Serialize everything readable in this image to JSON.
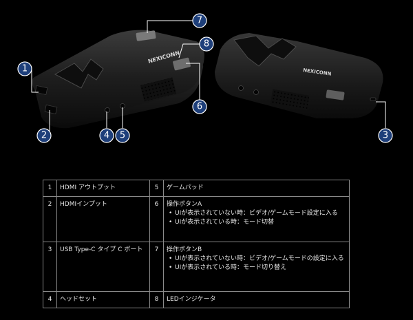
{
  "callouts": [
    {
      "num": "1",
      "color": "#1e3f7a"
    },
    {
      "num": "2",
      "color": "#1e3f7a"
    },
    {
      "num": "3",
      "color": "#1e3f7a"
    },
    {
      "num": "4",
      "color": "#1e3f7a"
    },
    {
      "num": "5",
      "color": "#1e3f7a"
    },
    {
      "num": "6",
      "color": "#1e3f7a"
    },
    {
      "num": "7",
      "color": "#1e3f7a"
    },
    {
      "num": "8",
      "color": "#1e3f7a"
    }
  ],
  "brand_logo_left": "NEXICONN",
  "brand_logo_right": "NEXICONN",
  "table": {
    "rows": [
      {
        "left": {
          "num": "1",
          "label": "HDMI アウトプット"
        },
        "right": {
          "num": "5",
          "label": "ゲームパッド",
          "bullets": []
        }
      },
      {
        "left": {
          "num": "2",
          "label": "HDMIインプット"
        },
        "right": {
          "num": "6",
          "label": "操作ボタンA",
          "bullets": [
            "UIが表示されていない時：ビデオ/ゲームモード設定に入る",
            "UIが表示されている時：モード切替"
          ]
        }
      },
      {
        "left": {
          "num": "3",
          "label": "USB Type-C タイプ C ポート"
        },
        "right": {
          "num": "7",
          "label": "操作ボタンB",
          "bullets": [
            "UIが表示されていない時：ビデオ/ゲームモードの設定に入る",
            "UIが表示されている時：モード切り替え"
          ]
        }
      },
      {
        "left": {
          "num": "4",
          "label": "ヘッドセット"
        },
        "right": {
          "num": "8",
          "label": "LEDインジケータ",
          "bullets": []
        }
      }
    ]
  }
}
